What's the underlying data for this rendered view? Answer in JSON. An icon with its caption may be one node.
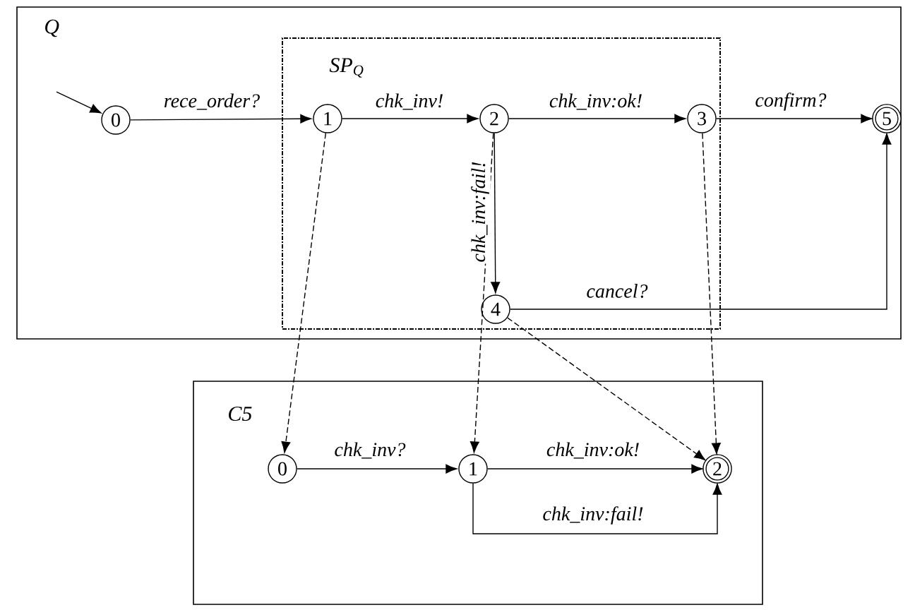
{
  "diagram": {
    "nodes": [
      {
        "text": [
          "Q"
        ]
      },
      {
        "text": [
          "SP$_{Q}$"
        ],
        "in": 0
      },
      {
        "text": [
          "0"
        ],
        "in": 0
      },
      {
        "text": [
          "1"
        ],
        "in": 1
      },
      {
        "text": [
          "2"
        ],
        "in": 1
      },
      {
        "text": [
          "3"
        ],
        "in": 1
      },
      {
        "text": [
          "5"
        ],
        "in": 0
      },
      {
        "text": [
          "4"
        ],
        "in": 1
      },
      {
        "text": [
          "C5"
        ]
      },
      {
        "text": [
          "0"
        ],
        "in": 8
      },
      {
        "text": [
          "1"
        ],
        "in": 8
      },
      {
        "text": [
          "2"
        ],
        "in": 8
      }
    ],
    "edges": [
      {
        "from": null,
        "to": 2,
        "arrow": "to"
      },
      {
        "from": 2,
        "to": 3,
        "arrow": "to",
        "label": "*rece_order*?"
      },
      {
        "from": 3,
        "to": 4,
        "arrow": "to",
        "label": "*chk_inv*!"
      },
      {
        "from": 4,
        "to": 5,
        "arrow": "to",
        "label": "*chk_inv*:*ok*!"
      },
      {
        "from": 5,
        "to": 6,
        "arrow": "to",
        "label": "*confirm*?"
      },
      {
        "from": 4,
        "to": 7,
        "arrow": "to",
        "label": "*chk_inv*:*fail*!"
      },
      {
        "from": 7,
        "to": 6,
        "arrow": "to",
        "label": "*cancel*?"
      },
      {
        "from": 3,
        "to": 9,
        "arrow": "to",
        "style": "dashed"
      },
      {
        "from": 4,
        "to": 10,
        "arrow": "to",
        "style": "dashed"
      },
      {
        "from": 7,
        "to": 11,
        "arrow": "to",
        "style": "dashed"
      },
      {
        "from": 5,
        "to": 11,
        "arrow": "to",
        "style": "dashed"
      },
      {
        "from": 9,
        "to": 10,
        "arrow": "to",
        "label": "*chk_inv*?"
      },
      {
        "from": 10,
        "to": 11,
        "arrow": "to",
        "label": "*chk_inv*:*ok*!"
      },
      {
        "from": 10,
        "to": 11,
        "arrow": "to",
        "label": "*chk_inv*:*fail*!"
      }
    ]
  }
}
